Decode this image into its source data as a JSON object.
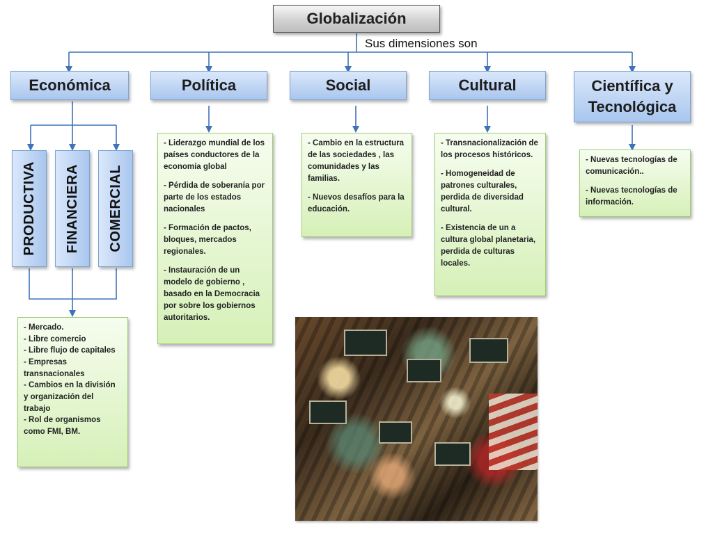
{
  "root": {
    "title": "Globalización"
  },
  "connector_label": "Sus dimensiones son",
  "dimensions": [
    {
      "label": "Económica"
    },
    {
      "label": "Política"
    },
    {
      "label": "Social"
    },
    {
      "label": "Cultural"
    },
    {
      "label": "Científica y Tecnológica"
    }
  ],
  "economica": {
    "sub": [
      "PRODUCTIVA",
      "FINANCIERA",
      "COMERCIAL"
    ],
    "items": [
      "- Mercado.",
      "- Libre comercio",
      "- Libre flujo de capitales",
      "- Empresas transnacionales",
      "- Cambios en la división y organización del trabajo",
      "- Rol de organismos como FMI, BM."
    ]
  },
  "politica": {
    "items": [
      "- Liderazgo mundial de los países conductores de la economía global",
      "- Pérdida de soberanía por parte de los estados nacionales",
      "- Formación de pactos, bloques, mercados regionales.",
      "- Instauración de un modelo de gobierno , basado en la Democracia por sobre los gobiernos autoritarios."
    ]
  },
  "social": {
    "items": [
      "- Cambio en la estructura de las sociedades , las comunidades y las familias.",
      "- Nuevos desafíos para la educación."
    ]
  },
  "cultural": {
    "items": [
      "- Transnacionalización de los procesos históricos.",
      "- Homogeneidad de patrones culturales, perdida de diversidad cultural.",
      "- Existencia de un a cultura global planetaria, perdida de culturas locales."
    ]
  },
  "cientifica": {
    "items": [
      "- Nuevas tecnologías de comunicación..",
      "- Nuevas tecnologías de información."
    ]
  },
  "colors": {
    "connector": "#3f72b8",
    "dimension_fill": "#a9c6ee",
    "note_fill": "#d6f0b8",
    "root_fill": "#d2d2d2"
  }
}
